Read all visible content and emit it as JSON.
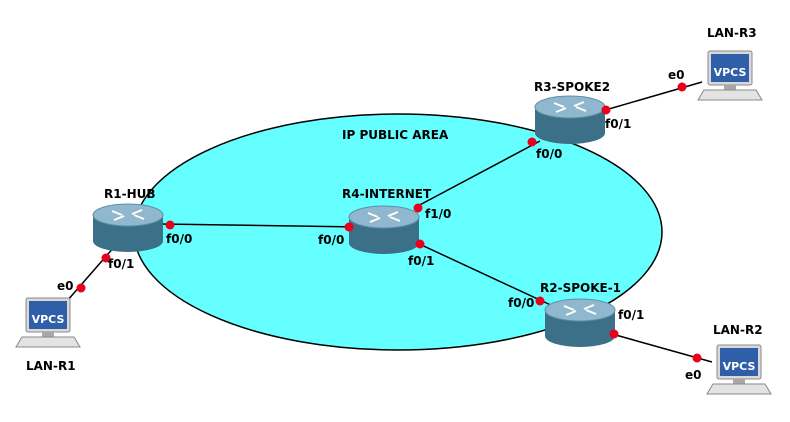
{
  "area": {
    "label": "IP PUBLIC AREA",
    "fill": "#66FFFF",
    "stroke": "#000000"
  },
  "colors": {
    "link": "#000000",
    "port_dot": "#E8001C",
    "router_top": "#8FB8CE",
    "router_side": "#3C6F88",
    "vpcs_screen": "#2E5FA8"
  },
  "routers": {
    "r1": {
      "name": "R1-HUB",
      "icon": "router-icon"
    },
    "r4": {
      "name": "R4-INTERNET",
      "icon": "router-icon"
    },
    "r3": {
      "name": "R3-SPOKE2",
      "icon": "router-icon"
    },
    "r2": {
      "name": "R2-SPOKE-1",
      "icon": "router-icon"
    }
  },
  "hosts": {
    "lan_r1": {
      "name": "LAN-R1",
      "badge": "VPCS",
      "icon": "vpcs-computer-icon"
    },
    "lan_r2": {
      "name": "LAN-R2",
      "badge": "VPCS",
      "icon": "vpcs-computer-icon"
    },
    "lan_r3": {
      "name": "LAN-R3",
      "badge": "VPCS",
      "icon": "vpcs-computer-icon"
    }
  },
  "ports": {
    "r1_f00": "f0/0",
    "r1_f01": "f0/1",
    "lan_r1_e0": "e0",
    "r4_f00": "f0/0",
    "r4_f10": "f1/0",
    "r4_f01": "f0/1",
    "r3_f00": "f0/0",
    "r3_f01": "f0/1",
    "lan_r3_e0": "e0",
    "r2_f00": "f0/0",
    "r2_f01": "f0/1",
    "lan_r2_e0": "e0"
  },
  "links": [
    {
      "from": "R1-HUB f0/0",
      "to": "R4-INTERNET f0/0"
    },
    {
      "from": "R4-INTERNET f1/0",
      "to": "R3-SPOKE2 f0/0"
    },
    {
      "from": "R4-INTERNET f0/1",
      "to": "R2-SPOKE-1 f0/0"
    },
    {
      "from": "R1-HUB f0/1",
      "to": "LAN-R1 e0"
    },
    {
      "from": "R3-SPOKE2 f0/1",
      "to": "LAN-R3 e0"
    },
    {
      "from": "R2-SPOKE-1 f0/1",
      "to": "LAN-R2 e0"
    }
  ]
}
